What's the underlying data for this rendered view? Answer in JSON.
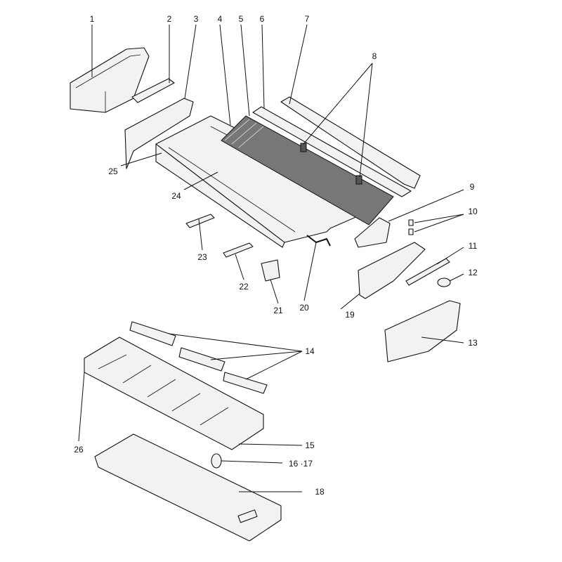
{
  "diagram": {
    "type": "exploded-parts-view",
    "callouts": [
      "1",
      "2",
      "3",
      "4",
      "5",
      "6",
      "7",
      "8",
      "9",
      "10",
      "11",
      "12",
      "13",
      "14",
      "15",
      "16 ·17",
      "18",
      "19",
      "20",
      "21",
      "22",
      "23",
      "24",
      "25",
      "26"
    ]
  }
}
